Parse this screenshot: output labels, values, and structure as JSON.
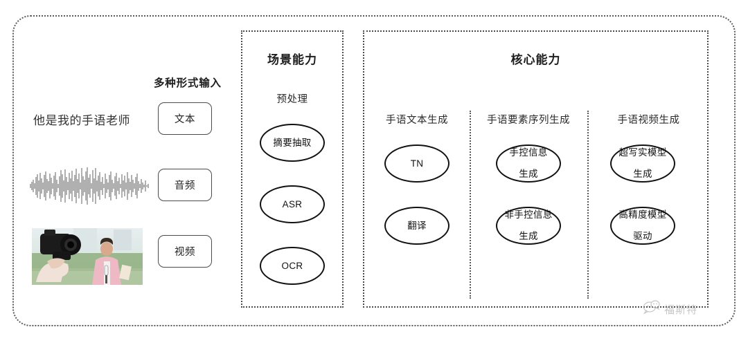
{
  "diagram": {
    "background_color": "#ffffff",
    "frame_border_color": "#5b5b5b"
  },
  "input_section": {
    "caption": "多种形式输入",
    "sample_text": "他是我的手语老师",
    "modalities": [
      {
        "label": "文本",
        "media": "text"
      },
      {
        "label": "音频",
        "media": "waveform"
      },
      {
        "label": "视频",
        "media": "thumbnail"
      }
    ],
    "thumbnail_alt": "摄影师拍摄粉色西装女记者"
  },
  "scene_panel": {
    "title": "场景能力",
    "groups": [
      {
        "header": "预处理",
        "nodes": [
          {
            "label": "摘要抽取"
          },
          {
            "label": "ASR"
          },
          {
            "label": "OCR"
          }
        ]
      }
    ]
  },
  "core_panel": {
    "title": "核心能力",
    "groups": [
      {
        "header": "手语文本生成",
        "nodes": [
          {
            "line1": "TN",
            "line2": ""
          },
          {
            "line1": "翻译",
            "line2": ""
          }
        ]
      },
      {
        "header": "手语要素序列生成",
        "nodes": [
          {
            "line1": "手控信息",
            "line2": "生成"
          },
          {
            "line1": "非手控信息",
            "line2": "生成"
          }
        ]
      },
      {
        "header": "手语视频生成",
        "nodes": [
          {
            "line1": "超写实模型",
            "line2": "生成"
          },
          {
            "line1": "高精度模型",
            "line2": "驱动"
          }
        ]
      }
    ]
  },
  "watermark": {
    "text": "福斯特",
    "icon": "wechat-bubble-icon",
    "color": "#9a9a9a"
  }
}
